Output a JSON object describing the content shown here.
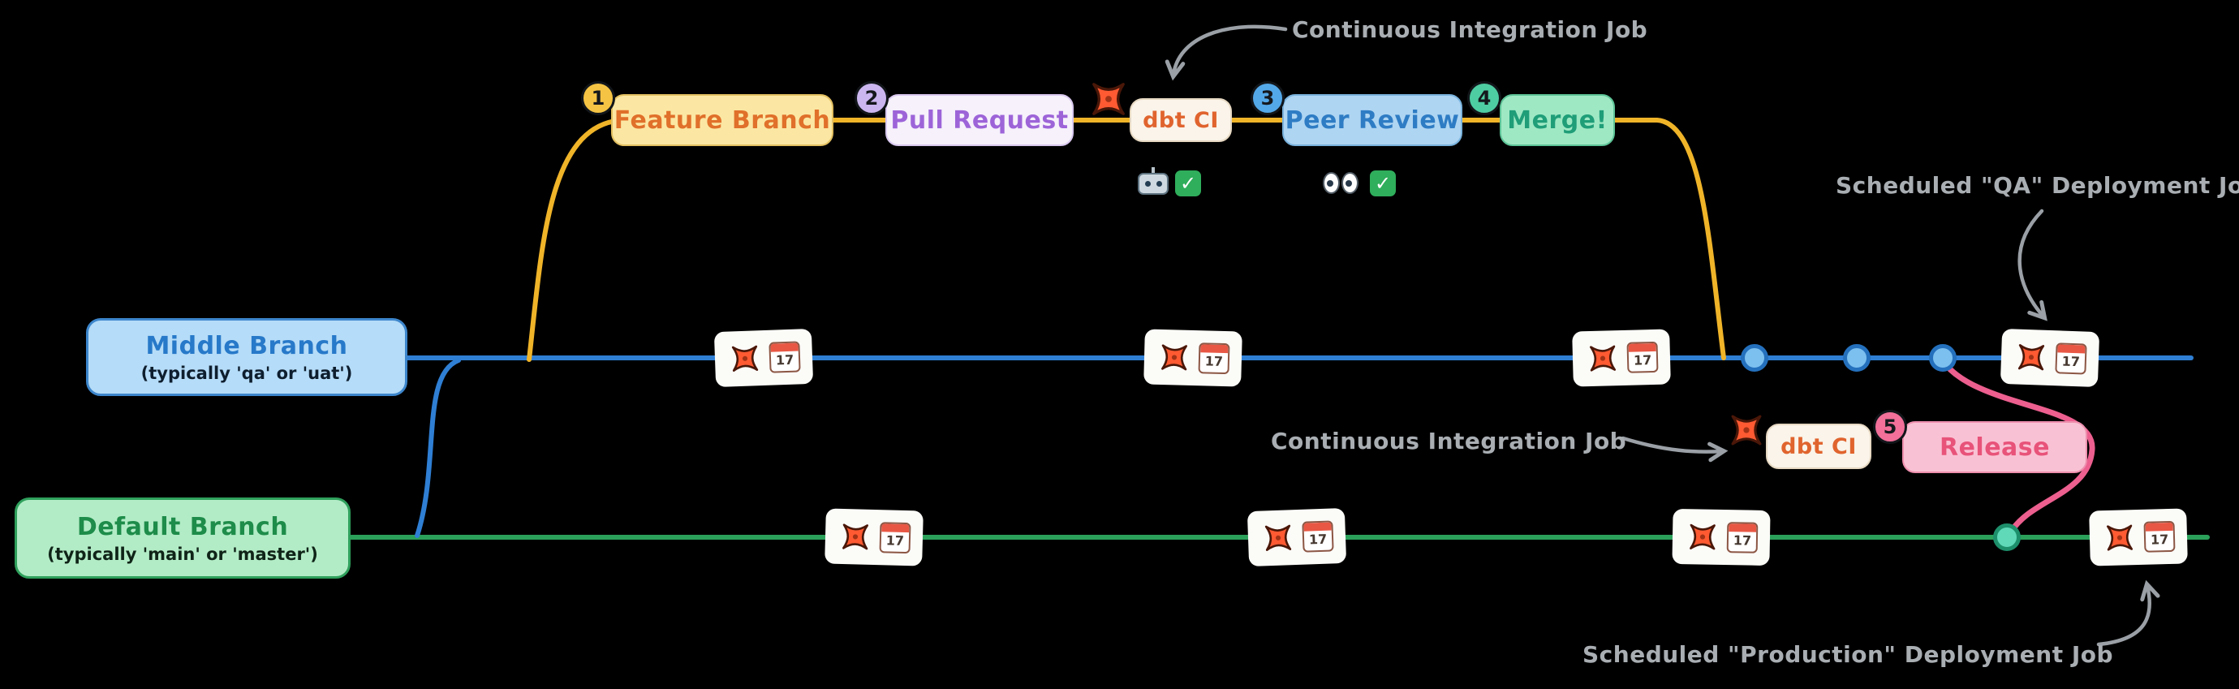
{
  "annotations": {
    "ci_top": "Continuous Integration Job",
    "ci_release": "Continuous Integration Job",
    "qa_deploy": "Scheduled \"QA\" Deployment Job",
    "prod_deploy": "Scheduled \"Production\" Deployment Job"
  },
  "feature_flow": {
    "step1_num": "1",
    "step1_label": "Feature Branch",
    "step2_num": "2",
    "step2_label": "Pull Request",
    "dbt_ci_label": "dbt CI",
    "step3_num": "3",
    "step3_label": "Peer Review",
    "step4_num": "4",
    "step4_label": "Merge!"
  },
  "release_flow": {
    "dbt_ci_label": "dbt CI",
    "step5_num": "5",
    "step5_label": "Release"
  },
  "branches": {
    "middle": {
      "title": "Middle Branch",
      "subtitle": "(typically 'qa' or 'uat')"
    },
    "default_branch": {
      "title": "Default Branch",
      "subtitle": "(typically 'main' or 'master')"
    }
  },
  "icons": {
    "calendar_day": "17",
    "check_glyph": "✓",
    "dbt_icon_name": "dbt-logo-icon",
    "calendar_icon_name": "scheduled-job-calendar-icon"
  },
  "colors": {
    "middle_branch_line": "#2f7fd4",
    "default_branch_line": "#2ba05a",
    "feature_curve": "#f0b429",
    "release_curve": "#ec5f8f",
    "dbt_orange": "#ff5a32",
    "annotation_gray": "#a9aeb3",
    "badge1": "#f6c444",
    "badge2": "#cbb6f0",
    "badge3": "#53a8e8",
    "badge4": "#4ecda2",
    "badge5": "#f2709a"
  }
}
